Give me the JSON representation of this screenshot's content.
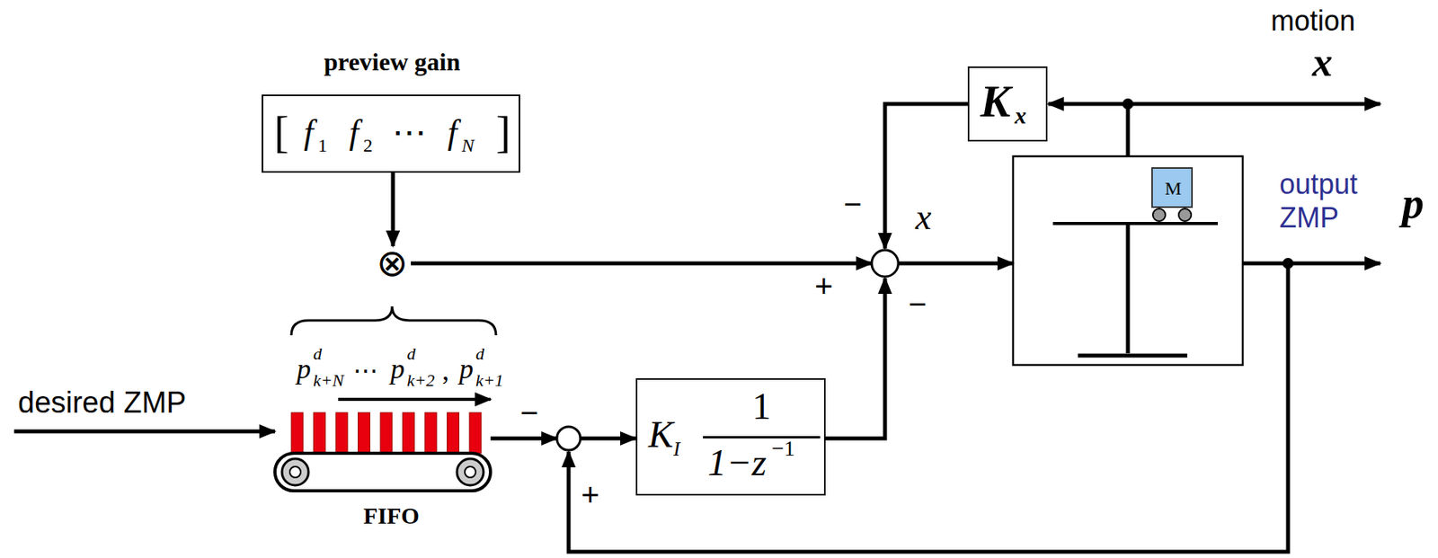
{
  "diagram": {
    "nodes": [
      {
        "text": [
          "preview gain",
          "[",
          "f",
          "1",
          "f",
          "2",
          "⋯",
          "f",
          "N",
          "]"
        ]
      },
      {
        "text": [
          "⊗"
        ]
      },
      {
        "text": [
          "K",
          "x"
        ]
      },
      {
        "text": [
          "M"
        ]
      },
      {
        "text": [
          "K",
          "I",
          "1",
          "1−z",
          "−1"
        ]
      }
    ],
    "edges": [
      {
        "from": 0,
        "to": 1,
        "arrow": "to"
      }
    ],
    "labels": [
      "motion",
      "x",
      "−",
      "x⃛",
      "+",
      "−",
      "output ZMP",
      "p",
      "p",
      "d",
      "k+N",
      "⋯",
      "p",
      "d",
      "k+2",
      ",",
      "p",
      "d",
      "k+1",
      "desired ZMP",
      "−",
      "+",
      "FIFO"
    ]
  }
}
